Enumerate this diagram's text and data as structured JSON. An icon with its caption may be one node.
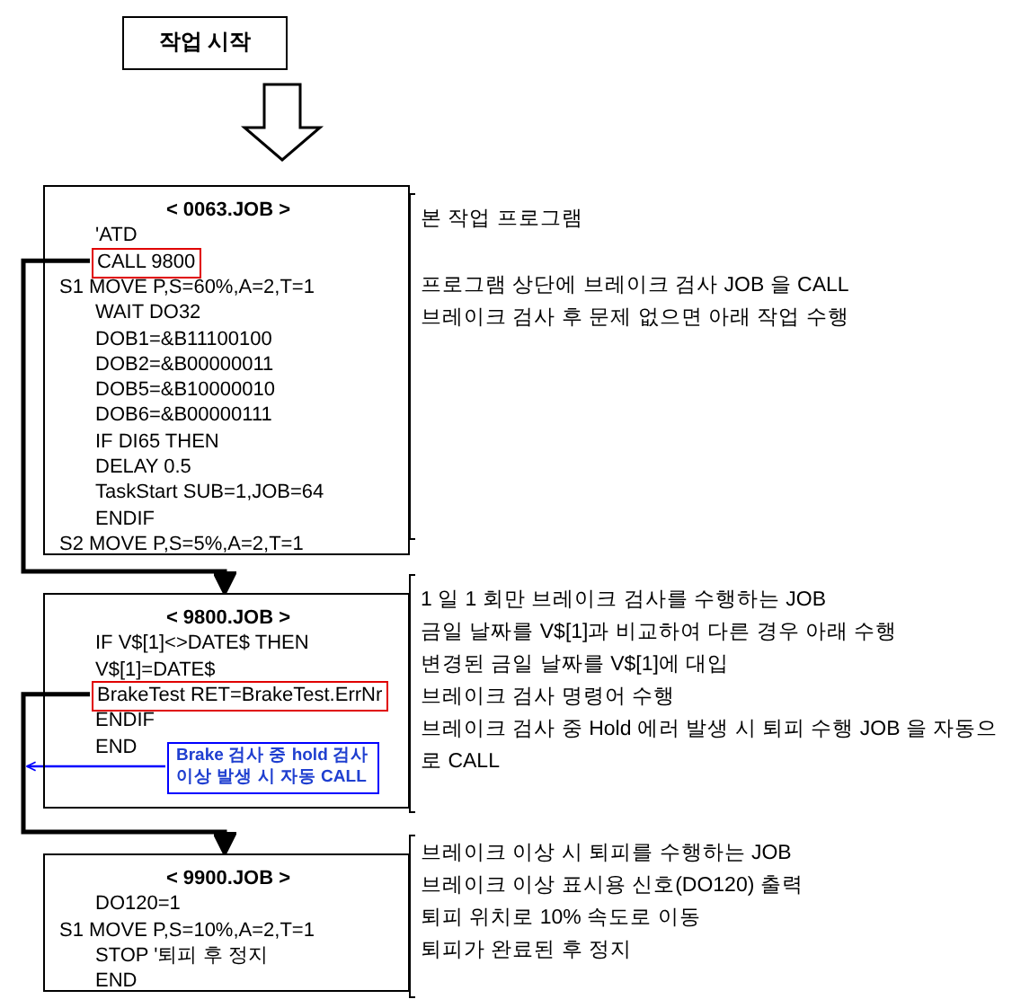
{
  "diagram": {
    "nodes": [
      {
        "text": [
          "작업 시작"
        ]
      },
      {
        "text": [
          "< 0063.JOB >",
          "'ATD",
          "S1 MOVE P,S=60%,A=2,T=1",
          "WAIT DO32",
          "DOB1=&B11100100",
          "DOB2=&B00000011",
          "DOB5=&B10000010",
          "DOB6=&B00000111",
          "IF DI65 THEN",
          "DELAY 0.5",
          "TaskStart SUB=1,JOB=64",
          "ENDIF",
          "S2 MOVE P,S=5%,A=2,T=1"
        ]
      },
      {
        "text": [
          "CALL 9800"
        ],
        "in": 1
      },
      {
        "text": [
          "< 9800.JOB >",
          "IF V$[1]<>DATE$ THEN",
          "V$[1]=DATE$",
          "ENDIF",
          "END"
        ]
      },
      {
        "text": [
          "BrakeTest RET=BrakeTest.ErrNr"
        ],
        "in": 3
      },
      {
        "text": [
          "Brake 검사 중 hold 검사 이상 발생 시 자동 CALL"
        ],
        "in": 3
      },
      {
        "text": [
          "< 9900.JOB >",
          "DO120=1",
          "S1 MOVE P,S=10%,A=2,T=1",
          "STOP '퇴피 후 정지",
          "END"
        ]
      }
    ],
    "edges": [
      {
        "from": 0,
        "to": 1,
        "arrow": "to"
      },
      {
        "from": 2,
        "to": 3,
        "arrow": "to"
      },
      {
        "from": 4,
        "to": 6,
        "arrow": "to"
      },
      {
        "from": 5,
        "to": null,
        "arrow": "to",
        "color": "#0000ff"
      }
    ],
    "labels": [
      "본 작업 프로그램",
      "프로그램 상단에 브레이크 검사 JOB 을 CALL",
      "브레이크 검사 후 문제 없으면 아래 작업 수행",
      "1 일 1 회만 브레이크 검사를 수행하는 JOB",
      "금일 날짜를 V$[1]과 비교하여 다른 경우 아래 수행",
      "변경된 금일 날짜를 V$[1]에 대입",
      "브레이크 검사 명령어 수행",
      "브레이크 검사 중 Hold 에러 발생 시 퇴피 수행 JOB 을 자동으로 CALL",
      "브레이크 이상 시 퇴피를 수행하는 JOB",
      "브레이크 이상 표시용 신호(DO120) 출력",
      "퇴피 위치로 10% 속도로 이동",
      "퇴피가 완료된 후 정지"
    ]
  }
}
